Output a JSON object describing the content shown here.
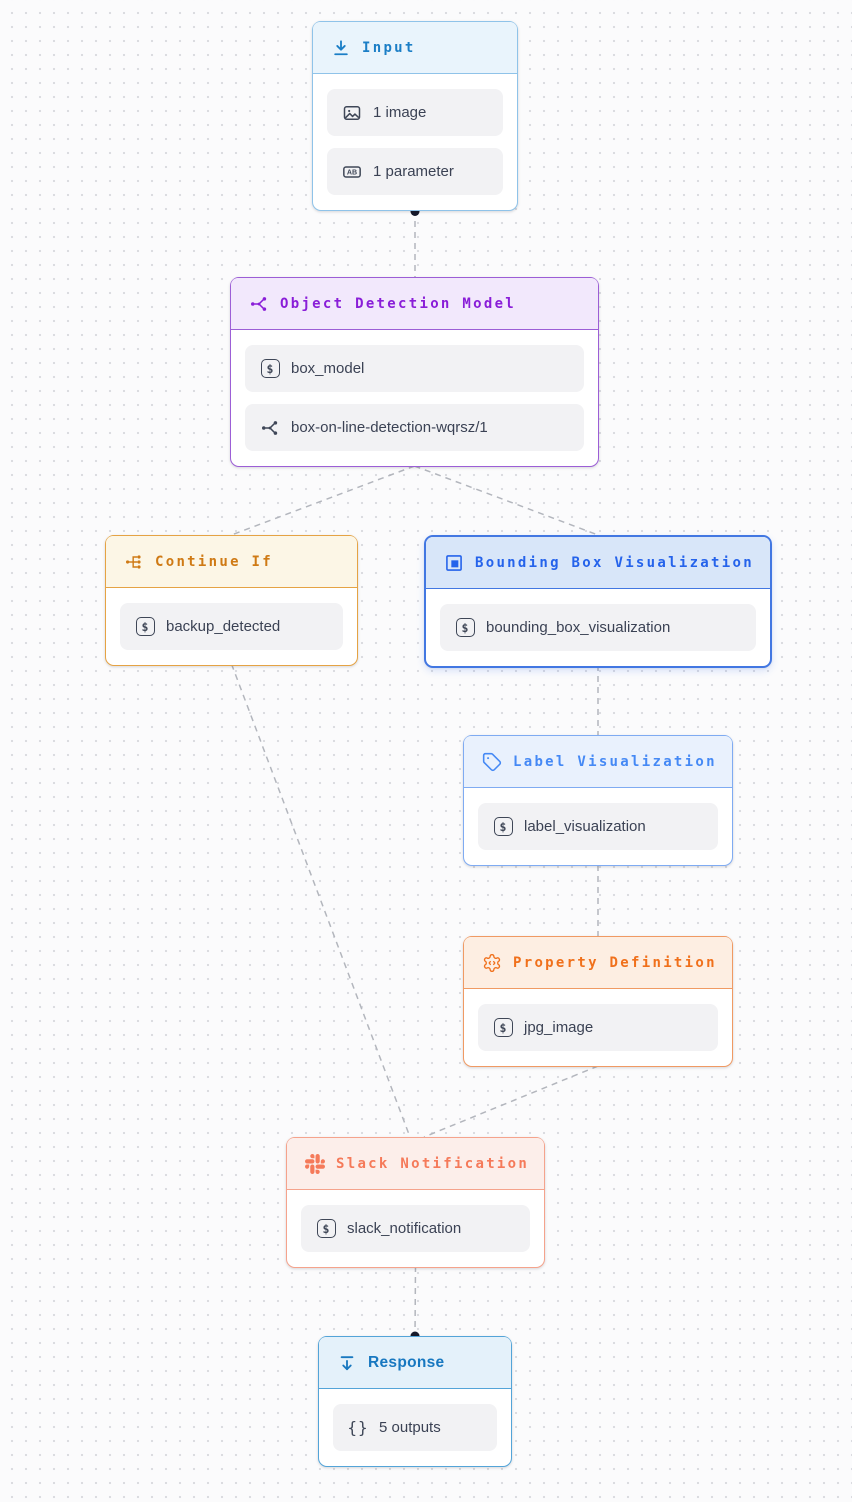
{
  "canvas": {
    "background": "#fbfbfc",
    "dot_color": "#d9dadf",
    "edge_color": "#b3b6bd",
    "handle_color": "#171a2b"
  },
  "nodes": [
    {
      "id": "input",
      "title": "Input",
      "icon": "download-icon",
      "colors": {
        "border": "#8fc3e9",
        "hbg": "#e9f4fc",
        "accent": "#1b7ec6"
      },
      "pills": [
        {
          "icon": "image-icon",
          "label": "1 image"
        },
        {
          "icon": "parameter-icon",
          "label": "1 parameter"
        }
      ]
    },
    {
      "id": "object-detection-model",
      "title": "Object Detection Model",
      "icon": "share-nodes-icon",
      "colors": {
        "border": "#9c5ed6",
        "hbg": "#f2e8fc",
        "accent": "#8a1ed8"
      },
      "pills": [
        {
          "icon": "string-icon",
          "label": "box_model"
        },
        {
          "icon": "share-nodes-icon",
          "label": "box-on-line-detection-wqrsz/1"
        }
      ]
    },
    {
      "id": "continue-if",
      "title": "Continue If",
      "icon": "branch-split-icon",
      "colors": {
        "border": "#e5a344",
        "hbg": "#fcf6e6",
        "accent": "#cf7a15"
      },
      "pills": [
        {
          "icon": "string-icon",
          "label": "backup_detected"
        }
      ]
    },
    {
      "id": "bounding-box-visualization",
      "title": "Bounding Box Visualization",
      "icon": "bounding-box-icon",
      "colors": {
        "border": "#4277e2",
        "hbg": "#d8e6f9",
        "accent": "#2563eb"
      },
      "pills": [
        {
          "icon": "string-icon",
          "label": "bounding_box_visualization"
        }
      ]
    },
    {
      "id": "label-visualization",
      "title": "Label Visualization",
      "icon": "tag-icon",
      "colors": {
        "border": "#7fabf2",
        "hbg": "#e9f1fd",
        "accent": "#4589f5"
      },
      "pills": [
        {
          "icon": "string-icon",
          "label": "label_visualization"
        }
      ]
    },
    {
      "id": "property-definition",
      "title": "Property Definition",
      "icon": "gear-code-icon",
      "colors": {
        "border": "#f09a63",
        "hbg": "#fdeee2",
        "accent": "#f0701b"
      },
      "pills": [
        {
          "icon": "string-icon",
          "label": "jpg_image"
        }
      ]
    },
    {
      "id": "slack-notification",
      "title": "Slack Notification",
      "icon": "slack-icon",
      "colors": {
        "border": "#f5a38c",
        "hbg": "#fceeea",
        "accent": "#f57a5a"
      },
      "pills": [
        {
          "icon": "string-icon",
          "label": "slack_notification"
        }
      ]
    },
    {
      "id": "response",
      "title": "Response",
      "icon": "arrow-down-from-line-icon",
      "colors": {
        "border": "#53a4d8",
        "hbg": "#e4f1fa",
        "accent": "#1878c0"
      },
      "pills": [
        {
          "icon": "braces-icon",
          "label": "5 outputs"
        }
      ]
    }
  ],
  "edges": [
    {
      "from": "input",
      "to": "object-detection-model"
    },
    {
      "from": "object-detection-model",
      "to": "continue-if"
    },
    {
      "from": "object-detection-model",
      "to": "bounding-box-visualization"
    },
    {
      "from": "bounding-box-visualization",
      "to": "label-visualization"
    },
    {
      "from": "label-visualization",
      "to": "property-definition"
    },
    {
      "from": "continue-if",
      "to": "slack-notification"
    },
    {
      "from": "property-definition",
      "to": "slack-notification"
    },
    {
      "from": "slack-notification",
      "to": "response"
    }
  ]
}
